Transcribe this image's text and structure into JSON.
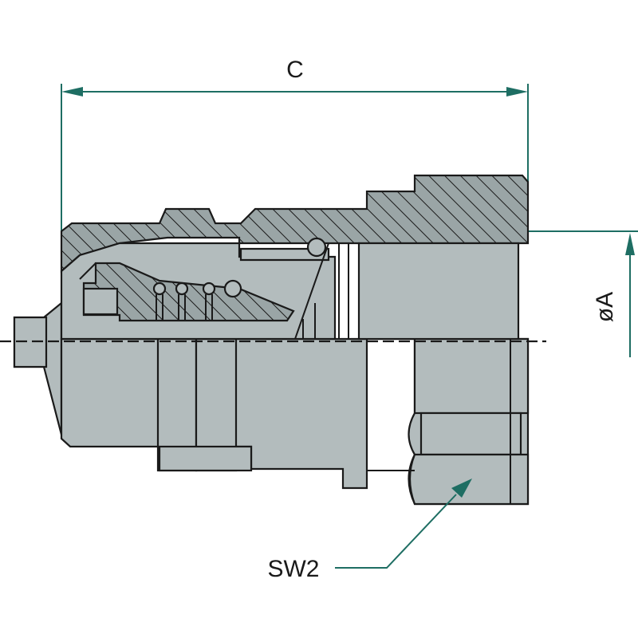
{
  "labels": {
    "length": "C",
    "diameter": "øA",
    "wrench": "SW2"
  },
  "colors": {
    "body": "#b3bcbd",
    "section": "#9aa5a6",
    "dimension": "#1e6e63",
    "outline": "#1a1a1a"
  }
}
